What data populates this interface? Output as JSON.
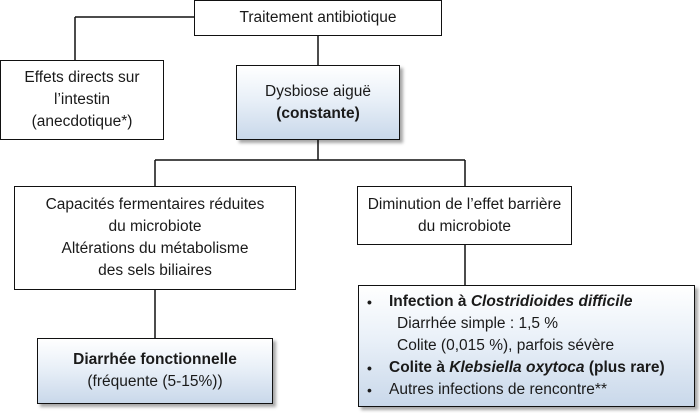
{
  "root": {
    "label": "Traitement antibiotique"
  },
  "direct_effects": {
    "line1": "Effets directs sur",
    "line2": "l’intestin",
    "line3": "(anecdotique*)"
  },
  "dysbiosis": {
    "line1": "Dysbiose aiguë",
    "line2": "(constante)"
  },
  "fermentation": {
    "line1": "Capacités fermentaires réduites",
    "line2": "du microbiote",
    "line3": "Altérations du métabolisme",
    "line4": "des sels biliaires"
  },
  "barrier": {
    "line1": "Diminution de l’effet barrière",
    "line2": "du microbiote"
  },
  "diarrhea": {
    "line1": "Diarrhée fonctionnelle",
    "line2": "(fréquente (5-15%))"
  },
  "infections": {
    "bullet": "•",
    "item1_prefix": "Infection à ",
    "item1_organism": "Clostridioides difficile",
    "sub1": "Diarrhée simple : 1,5 %",
    "sub2": "Colite (0,015 %), parfois sévère",
    "item2_prefix": "Colite à ",
    "item2_organism": "Klebsiella oxytoca",
    "item2_suffix": " (plus rare)",
    "item3": "Autres infections de rencontre**"
  },
  "colors": {
    "border": "#111111",
    "shade_top": "#ffffff",
    "shade_bottom": "#c9d8ea"
  }
}
